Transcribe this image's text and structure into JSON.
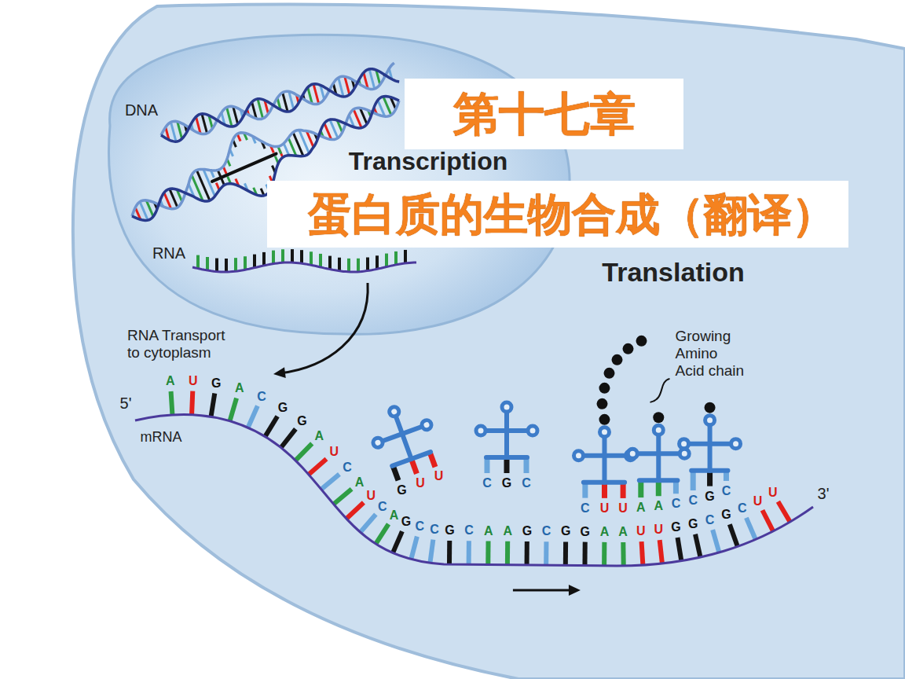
{
  "diagram": {
    "title": "第十七章",
    "labels": [
      "DNA",
      "Transcription",
      "蛋白质的生物合成（翻译）",
      "RNA",
      "Translation",
      "RNA Transport to cytoplasm",
      "Growing Amino Acid chain",
      "5'",
      "mRNA",
      "G",
      "U",
      "U",
      "C",
      "G",
      "C",
      "C",
      "U",
      "U",
      "A",
      "A",
      "C",
      "C",
      "G",
      "C",
      "A",
      "U",
      "G",
      "A",
      "C",
      "G",
      "G",
      "A",
      "U",
      "C",
      "A",
      "U",
      "C",
      "A",
      "G",
      "C",
      "C",
      "G",
      "C",
      "A",
      "A",
      "G",
      "C",
      "G",
      "G",
      "A",
      "A",
      "U",
      "U",
      "G",
      "G",
      "C",
      "G",
      "C",
      "U",
      "U",
      "3'"
    ]
  }
}
